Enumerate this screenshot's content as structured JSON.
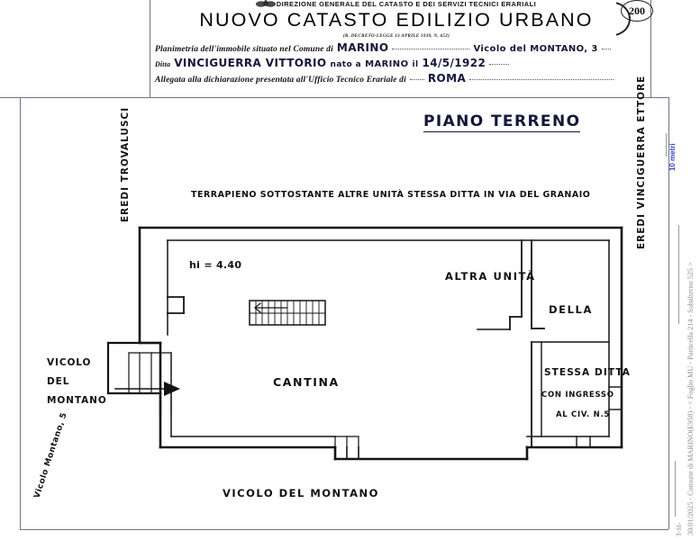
{
  "document": {
    "department_line": "DIREZIONE GENERALE DEL CATASTO E DEI SERVIZI TECNICI ERARIALI",
    "title": "NUOVO CATASTO EDILIZIO URBANO",
    "subtitle": "(R. DECRETO-LEGGE 13 APRILE 1939, N. 652)",
    "stamp_number": "200"
  },
  "form": {
    "line1_label": "Planimetria dell'immobile situato nel Comune di",
    "line1_value": "MARINO",
    "line1_address": "Vicolo del MONTANO, 3",
    "line2_label": "Ditta",
    "line2_value": "VINCIGUERRA VITTORIO",
    "line2_mid_label": "nato a",
    "line2_birthplace": "MARINO",
    "line2_il_label": "il",
    "line2_birthdate": "14/5/1922",
    "line3_label": "Allegata alla dichiarazione presentata all'Ufficio Tecnico Erariale di",
    "line3_value": "ROMA"
  },
  "plan": {
    "title": "PIANO TERRENO",
    "labels": {
      "top_note": "TERRAPIENO SOTTOSTANTE ALTRE UNITÀ STESSA DITTA IN VIA DEL GRANAIO",
      "height_note": "hi = 4.40",
      "room_main": "CANTINA",
      "left_boundary": "EREDI TROVALUSCI",
      "street_left_1": "VICOLO",
      "street_left_2": "DEL",
      "street_left_3": "MONTANO",
      "right_note_1": "ALTRA UNITÀ",
      "right_note_2": "DELLA",
      "right_note_3": "STESSA DITTA",
      "right_note_4": "CON INGRESSO",
      "right_note_5": "AL CIV. N.5",
      "right_boundary": "EREDI VINCIGUERRA ETTORE",
      "bottom_street": "VICOLO DEL MONTANO",
      "bottom_left_rot": "Vicolo Montano, 5"
    }
  },
  "margin": {
    "scale_note": "10 metri",
    "registry_line": "30/01/2025 - Comune di MARINO(E958) - < Foglio MU - Particella 214 - Subalterno 525 >",
    "registry_code": "T-SI-"
  },
  "colors": {
    "ink": "#141414",
    "handwriting": "#14163a",
    "rule": "#6f7388",
    "gray_margin": "#8d8f96",
    "blue_margin": "#3a46c8"
  }
}
